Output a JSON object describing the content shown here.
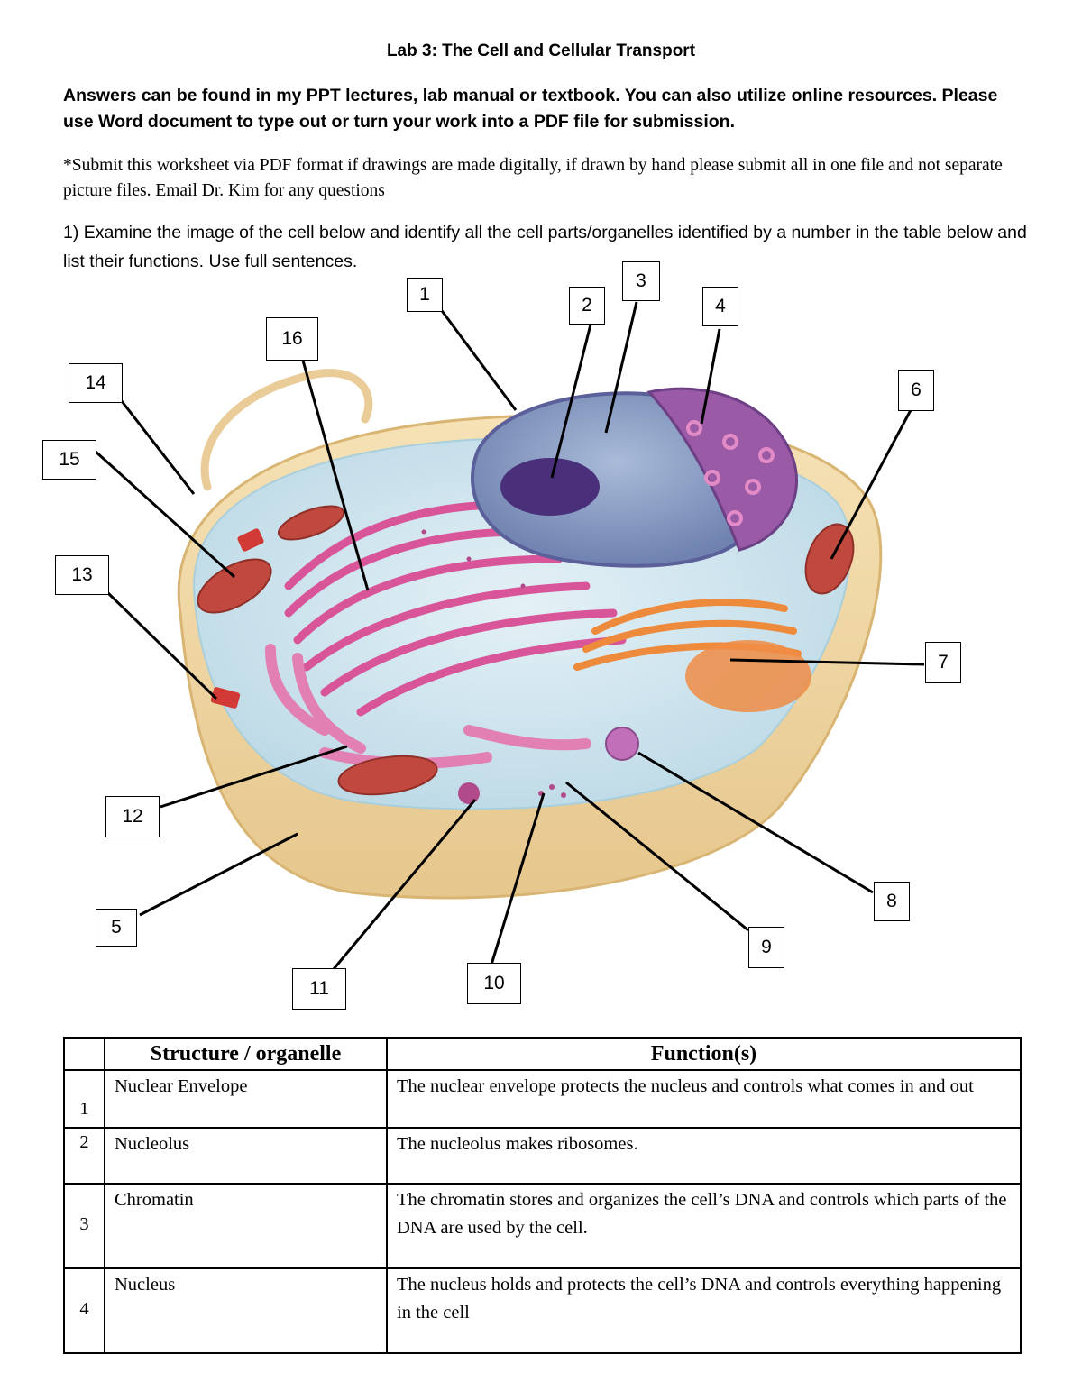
{
  "title": "Lab 3: The Cell and Cellular Transport",
  "intro": "Answers can be found in my PPT lectures, lab manual or textbook. You can also utilize online resources. Please use Word document to type out or turn your work into a PDF file for submission.",
  "note": "*Submit this worksheet via PDF format if drawings are made digitally, if drawn by hand please submit all in one file and not separate picture files. Email Dr. Kim for any questions",
  "question": "1) Examine the image of the cell below and identify all the cell parts/organelles identified by a number in the table below and list their functions. Use full sentences.",
  "diagram": {
    "labels": [
      "1",
      "2",
      "3",
      "4",
      "5",
      "6",
      "7",
      "8",
      "9",
      "10",
      "11",
      "12",
      "13",
      "14",
      "15",
      "16"
    ]
  },
  "table": {
    "headers": [
      "",
      "Structure / organelle",
      "Function(s)"
    ],
    "rows": [
      {
        "num": "1",
        "structure": "Nuclear Envelope",
        "function": "The nuclear envelope protects the nucleus and controls what comes in and out"
      },
      {
        "num": "2",
        "structure": "Nucleolus",
        "function": "The nucleolus makes ribosomes."
      },
      {
        "num": "3",
        "structure": "Chromatin",
        "function": "The chromatin stores and organizes the cell’s DNA and controls which parts of the DNA are used by the cell."
      },
      {
        "num": "4",
        "structure": "Nucleus",
        "function": "The nucleus holds and protects the cell’s DNA and controls everything happening in the cell"
      }
    ]
  },
  "colors": {
    "membrane": "#f1d6a0",
    "cytoplasm": "#cfe6ef",
    "nucleus": "#8fa4c8",
    "nucleolus": "#4a2f7a",
    "er": "#d9559a",
    "golgi": "#ee8a3c",
    "mitochondria": "#c0483e"
  }
}
